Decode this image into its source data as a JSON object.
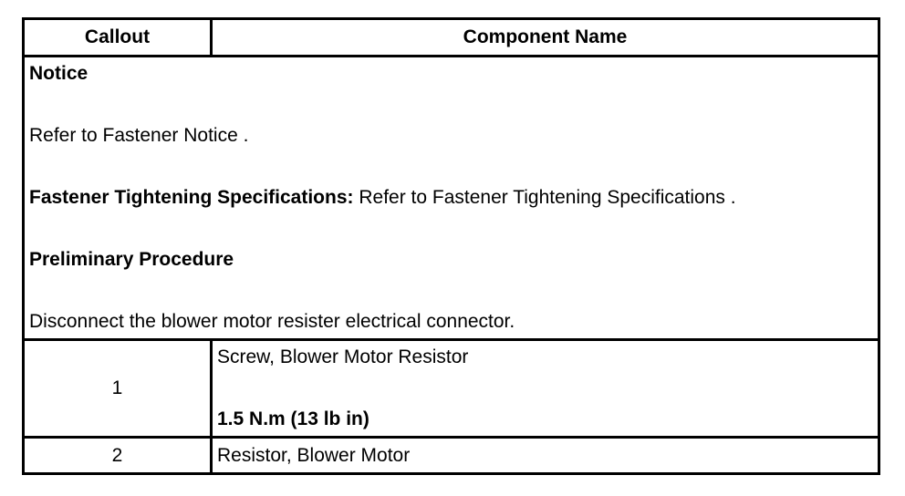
{
  "table": {
    "headers": [
      "Callout",
      "Component Name"
    ],
    "notice": {
      "title": "Notice",
      "line1": "Refer to Fastener Notice .",
      "spec_label": "Fastener Tightening Specifications:",
      "spec_text": " Refer to Fastener Tightening Specifications .",
      "procedure_title": "Preliminary Procedure",
      "procedure_text": "Disconnect the blower motor resister electrical connector."
    },
    "rows": [
      {
        "callout": "1",
        "name": "Screw, Blower Motor Resistor",
        "torque": "1.5 N.m (13 lb in)"
      },
      {
        "callout": "2",
        "name": "Resistor, Blower Motor",
        "torque": ""
      }
    ]
  }
}
